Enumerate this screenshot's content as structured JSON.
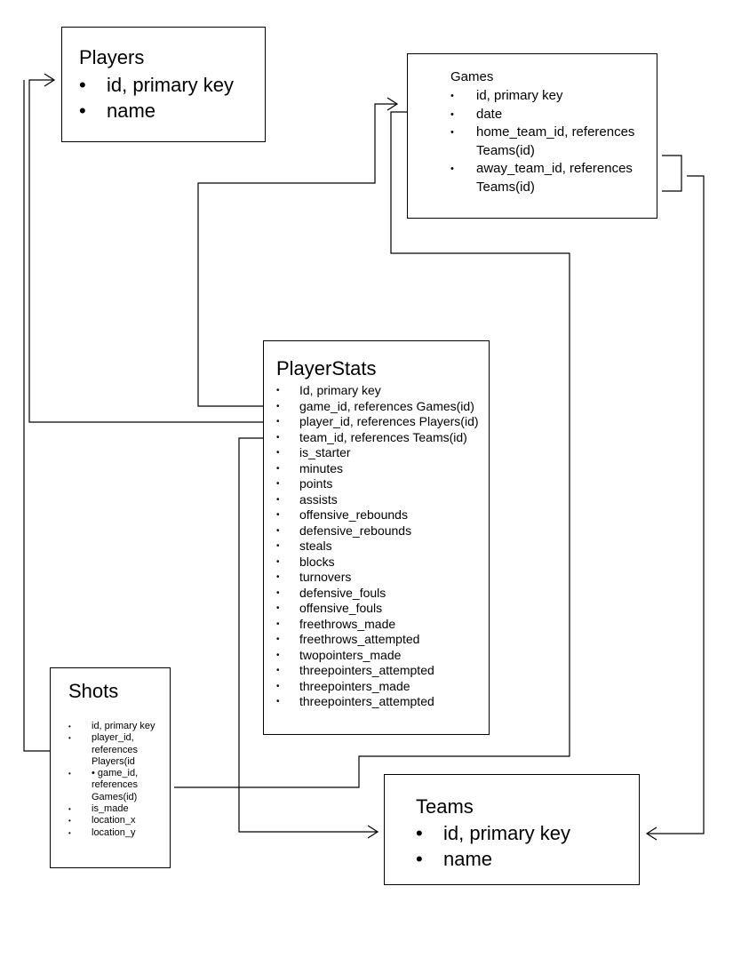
{
  "entities": {
    "players": {
      "title": "Players",
      "fields": [
        "id, primary key",
        "name"
      ]
    },
    "games": {
      "title": "Games",
      "fields": [
        "id, primary key",
        "date",
        "home_team_id, references Teams(id)",
        "away_team_id, references Teams(id)"
      ]
    },
    "playerstats": {
      "title": "PlayerStats",
      "fields": [
        "Id, primary key",
        "game_id, references Games(id)",
        "player_id, references Players(id)",
        "team_id, references Teams(id)",
        "is_starter",
        "minutes",
        "points",
        "assists",
        "offensive_rebounds",
        "defensive_rebounds",
        "steals",
        "blocks",
        "turnovers",
        "defensive_fouls",
        "offensive_fouls",
        "freethrows_made",
        "freethrows_attempted",
        "twopointers_made",
        "threepointers_attempted",
        "threepointers_made",
        "threepointers_attempted"
      ]
    },
    "shots": {
      "title": "Shots",
      "fields": [
        "id, primary key",
        "player_id, references Players(id",
        "• game_id, references Games(id)",
        "is_made",
        "location_x",
        "location_y"
      ]
    },
    "teams": {
      "title": "Teams",
      "fields": [
        "id, primary key",
        "name"
      ]
    }
  }
}
